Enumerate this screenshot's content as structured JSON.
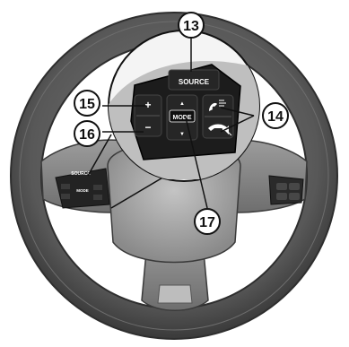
{
  "diagram": {
    "callouts": {
      "c13": "13",
      "c14": "14",
      "c15": "15",
      "c16": "16",
      "c17": "17"
    },
    "zoom_panel": {
      "source_label": "SOURCE",
      "mode_label": "MODE",
      "plus_symbol": "+",
      "minus_symbol": "−",
      "up_symbol": "▲",
      "down_symbol": "▼",
      "icons": [
        "phone-voice-icon",
        "hang-up-icon",
        "mute-icon"
      ]
    },
    "wheel_small_panel": {
      "source_label": "SOURCE",
      "mode_label": "MODE"
    },
    "colors": {
      "rim": "#5a5a5a",
      "spoke": "#8e8e8e",
      "hub": "#a6a6a6",
      "panel": "#1c1c1c",
      "callout_fill": "#ffffff",
      "callout_stroke": "#111111"
    }
  }
}
